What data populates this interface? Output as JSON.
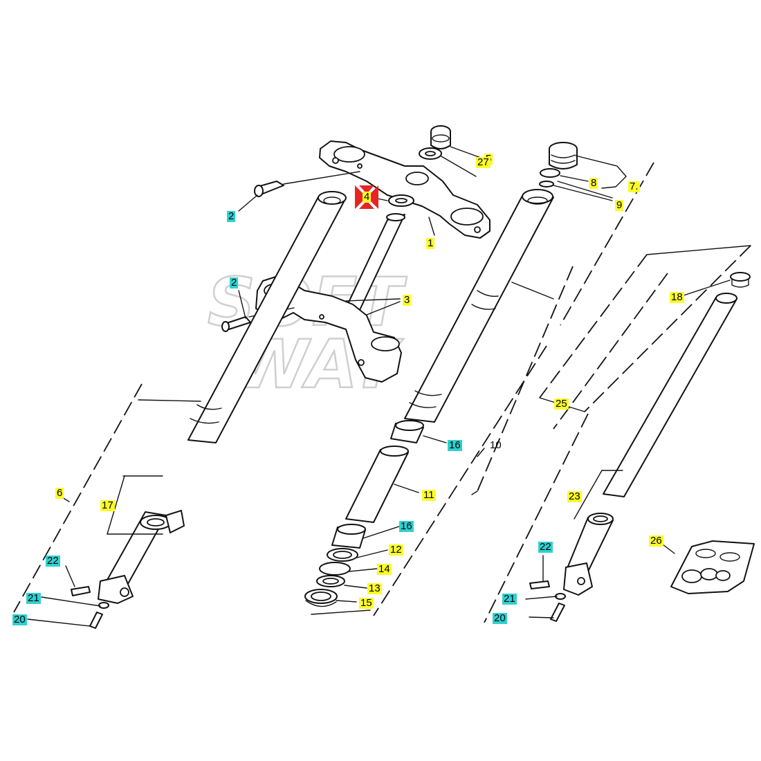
{
  "diagram": {
    "watermark": {
      "line1": "SOFT",
      "line2": "WAY"
    },
    "callout_colors": {
      "fastener": "#2fd0d0",
      "part": "#fbfb2a",
      "marker": "#e52525"
    },
    "callouts": [
      {
        "id": "c1",
        "text": "1",
        "kind": "part"
      },
      {
        "id": "c2a",
        "text": "2",
        "kind": "fastener"
      },
      {
        "id": "c2b",
        "text": "2",
        "kind": "fastener"
      },
      {
        "id": "c3",
        "text": "3",
        "kind": "part"
      },
      {
        "id": "c4",
        "text": "4",
        "kind": "part"
      },
      {
        "id": "c5",
        "text": "5",
        "kind": "part"
      },
      {
        "id": "c6",
        "text": "6",
        "kind": "part"
      },
      {
        "id": "c7",
        "text": "7.",
        "kind": "part"
      },
      {
        "id": "c8",
        "text": "8",
        "kind": "part"
      },
      {
        "id": "c9",
        "text": "9",
        "kind": "part"
      },
      {
        "id": "c10",
        "text": "10",
        "kind": "plain"
      },
      {
        "id": "c11",
        "text": "11",
        "kind": "part"
      },
      {
        "id": "c12",
        "text": "12",
        "kind": "part"
      },
      {
        "id": "c13",
        "text": "13",
        "kind": "part"
      },
      {
        "id": "c14",
        "text": "14",
        "kind": "part"
      },
      {
        "id": "c15",
        "text": "15",
        "kind": "part"
      },
      {
        "id": "c16a",
        "text": "16",
        "kind": "fastener"
      },
      {
        "id": "c16b",
        "text": "16",
        "kind": "fastener"
      },
      {
        "id": "c17",
        "text": "17",
        "kind": "part"
      },
      {
        "id": "c18",
        "text": "18",
        "kind": "part"
      },
      {
        "id": "c20a",
        "text": "20",
        "kind": "fastener"
      },
      {
        "id": "c20b",
        "text": "20",
        "kind": "fastener"
      },
      {
        "id": "c21a",
        "text": "21",
        "kind": "fastener"
      },
      {
        "id": "c21b",
        "text": "21",
        "kind": "fastener"
      },
      {
        "id": "c22a",
        "text": "22",
        "kind": "fastener"
      },
      {
        "id": "c22b",
        "text": "22",
        "kind": "fastener"
      },
      {
        "id": "c23",
        "text": "23",
        "kind": "part"
      },
      {
        "id": "c25",
        "text": "25",
        "kind": "part"
      },
      {
        "id": "c26",
        "text": "26",
        "kind": "part"
      },
      {
        "id": "c27",
        "text": "27",
        "kind": "part"
      }
    ]
  }
}
